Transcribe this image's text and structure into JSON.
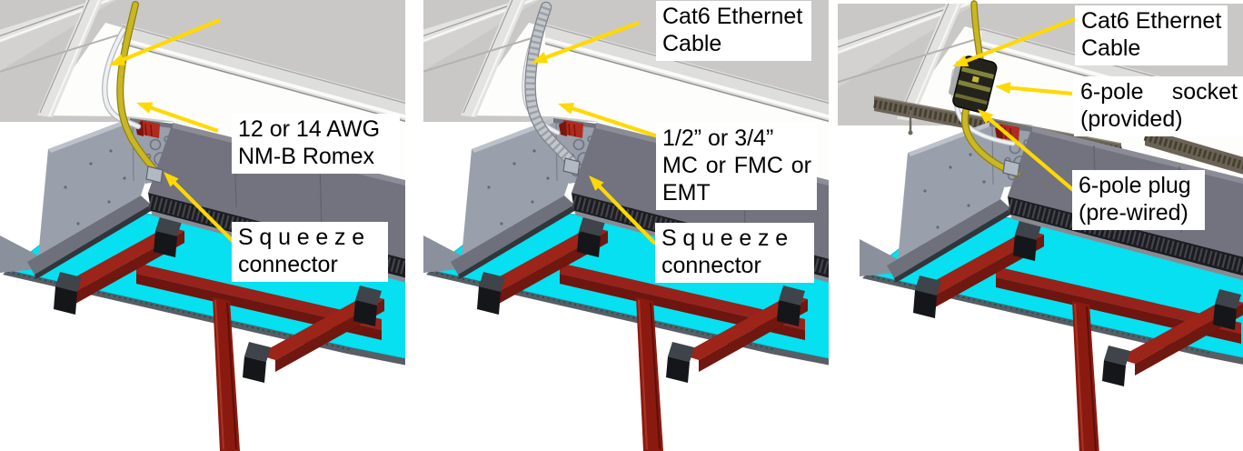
{
  "figure": {
    "panels": [
      {
        "name": "wiring-option-romex",
        "callouts": [
          {
            "lines": [
              "12 or 14 AWG",
              "NM-B Romex"
            ]
          },
          {
            "lines": [
              "Squeeze",
              "connector"
            ]
          }
        ]
      },
      {
        "name": "wiring-option-conduit",
        "callouts": [
          {
            "lines": [
              "Cat6 Ethernet",
              "Cable"
            ]
          },
          {
            "lines": [
              "1/2” or 3/4”",
              "MC or FMC or",
              "EMT"
            ]
          },
          {
            "lines": [
              "Squeeze",
              "connector"
            ]
          }
        ]
      },
      {
        "name": "wiring-option-6-pole-plug",
        "callouts": [
          {
            "lines": [
              "Cat6 Ethernet",
              "Cable"
            ]
          },
          {
            "lines": [
              "6-pole socket",
              "(provided)"
            ]
          },
          {
            "lines": [
              "6-pole plug",
              "(pre-wired)"
            ]
          }
        ]
      }
    ],
    "colors": {
      "arrow_yellow": "#ffd900",
      "lens_cyan": "#06e0f0",
      "truss_red_top": "#9c2418",
      "truss_red_side": "#701710",
      "post_red": "#8a1a10",
      "romex_yellow": "#c9b723",
      "conduit_gray": "#c3c7cb",
      "cat6_white": "#eef0f2",
      "fixture_dark_gray": "#72737e",
      "fixture_light_gray": "#9aa0ab",
      "ceiling_gray": "#c9c8c6",
      "label_bg": "#ffffff",
      "label_text": "#000000"
    }
  }
}
